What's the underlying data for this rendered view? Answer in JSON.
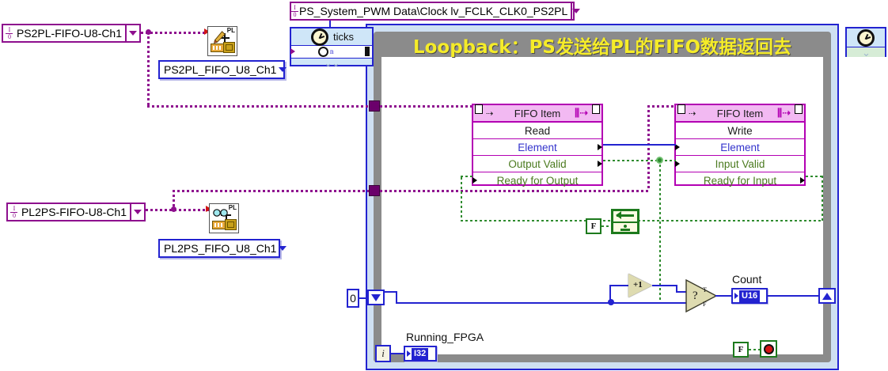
{
  "title_banner": {
    "text": "Loopback：PS发送给PL的FIFO数据返回去",
    "color": "#f5ec29",
    "background": "#8b8b8b"
  },
  "fifo_refs": [
    {
      "name": "ps2pl-fifo-ref",
      "label": "PS2PL-FIFO-U8-Ch1"
    },
    {
      "name": "pl2ps-fifo-ref",
      "label": "PL2PS-FIFO-U8-Ch1"
    }
  ],
  "fifo_names": [
    {
      "name": "ps2pl-fifo-name",
      "label": "PS2PL_FIFO_U8_Ch1"
    },
    {
      "name": "pl2ps-fifo-name",
      "label": "PL2PS_FIFO_U8_Ch1"
    }
  ],
  "clock_ref": {
    "label": "PS_System_PWM Data\\Clock lv_FCLK_CLK0_PS2PL"
  },
  "timed_loop": {
    "ticks_label": "ticks",
    "clock_icon": "clock-icon",
    "timing_icon": "stopwatch-icon"
  },
  "fifo_read_node": {
    "header": "FIFO Item",
    "method": "Read",
    "terminals": [
      {
        "label": "Element",
        "color": "#3333cc"
      },
      {
        "label": "Output Valid",
        "color": "#4b7a1f"
      },
      {
        "label": "Ready for Output",
        "color": "#4b7a1f"
      }
    ]
  },
  "fifo_write_node": {
    "header": "FIFO Item",
    "method": "Write",
    "terminals": [
      {
        "label": "Element",
        "color": "#3333cc"
      },
      {
        "label": "Input Valid",
        "color": "#4b7a1f"
      },
      {
        "label": "Ready for Input",
        "color": "#4b7a1f"
      }
    ]
  },
  "feedback": {
    "bool_constant": "F",
    "icon": "feedback-node-icon"
  },
  "counter": {
    "shift_register_init": "0",
    "increment_label": "+1",
    "select_label": "?",
    "indicator_label": "Count",
    "indicator_type": "U16"
  },
  "running_fpga": {
    "label": "Running_FPGA",
    "iteration_terminal": "i",
    "indicator_type": "I32"
  },
  "stop_control": {
    "bool_constant": "F",
    "icon": "stop-led-icon"
  },
  "colors": {
    "refwire": "#8e0f8e",
    "boolwire": "#2e8b2e",
    "numwire": "#2323d0",
    "node_border": "#b300b3",
    "node_header": "#f2b9f2",
    "loop_border": "#2323d0",
    "loop_fill": "#8b8b8b"
  }
}
